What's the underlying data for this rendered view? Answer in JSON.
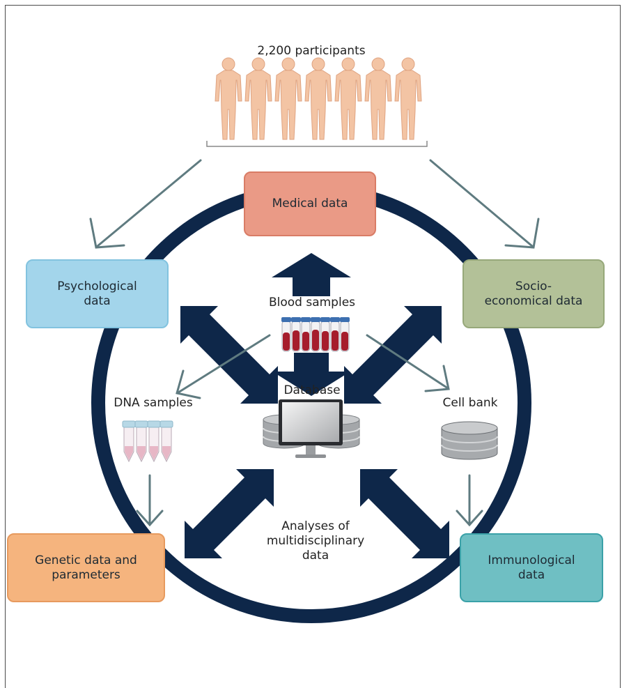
{
  "participants_label": "2,200 participants",
  "center": {
    "blood_samples": "Blood samples",
    "database": "Database",
    "analyses": "Analyses of\nmultidisciplinary\ndata"
  },
  "samples": {
    "dna": "DNA samples",
    "cell_bank": "Cell bank"
  },
  "boxes": {
    "medical": {
      "label": "Medical data",
      "color": "#ea9a86",
      "border": "#d97c66"
    },
    "psychological": {
      "label": "Psychological\ndata",
      "color": "#a3d5eb",
      "border": "#82c3df"
    },
    "socio": {
      "label": "Socio-\neconomical data",
      "color": "#b3c198",
      "border": "#97a87a"
    },
    "genetic": {
      "label": "Genetic data and\nparameters",
      "color": "#f5b47e",
      "border": "#e79a5e"
    },
    "immuno": {
      "label": "Immunological\ndata",
      "color": "#6fbfc3",
      "border": "#3aa1a8"
    }
  },
  "colors": {
    "ring": "#0e2749",
    "arrow_dark": "#0e2749",
    "arrow_thin": "#5f7b80",
    "figure": "#f3c4a4",
    "figure_outline": "#dfa381"
  }
}
